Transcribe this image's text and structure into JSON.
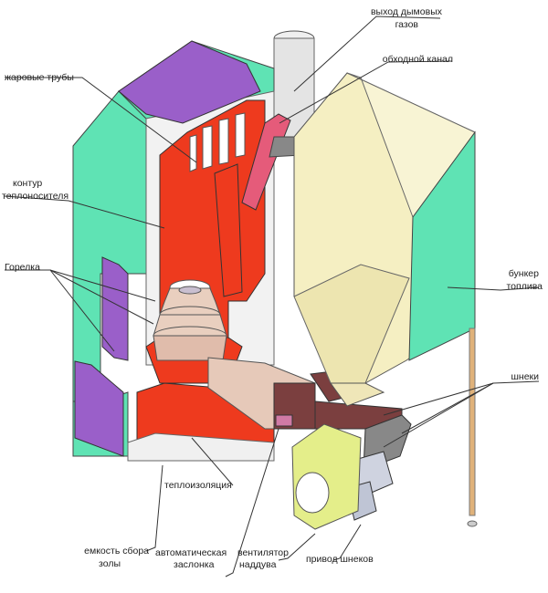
{
  "labels": {
    "flue_gas_outlet_1": "выход дымовых",
    "flue_gas_outlet_2": "газов",
    "bypass_channel": "обходной канал",
    "fire_tubes": "жаровые трубы",
    "coolant_circuit_1": "контур",
    "coolant_circuit_2": "теплоносителя",
    "burner": "Горелка",
    "fuel_bunker_1": "бункер",
    "fuel_bunker_2": "топлива",
    "augers": "шнеки",
    "insulation": "теплоизоляция",
    "ash_container_1": "емкость сбора",
    "ash_container_2": "золы",
    "auto_damper_1": "автоматическая",
    "auto_damper_2": "заслонка",
    "blower_fan_1": "вентилятор",
    "blower_fan_2": "наддува",
    "auger_drive": "привод шнеков"
  },
  "colors": {
    "water_jacket": "#5fe3b4",
    "door_purple": "#9a5fc9",
    "firebox_red": "#ee3a1e",
    "burner_beige": "#e9cfbf",
    "bunker_cream": "#f5efc2",
    "bunker_green": "#5fe3b4",
    "duct_brown": "#7b3f3f",
    "fan_yellow": "#e4ee8a",
    "chimney_grey": "#e4e4e4",
    "support_tan": "#e0b27a"
  }
}
